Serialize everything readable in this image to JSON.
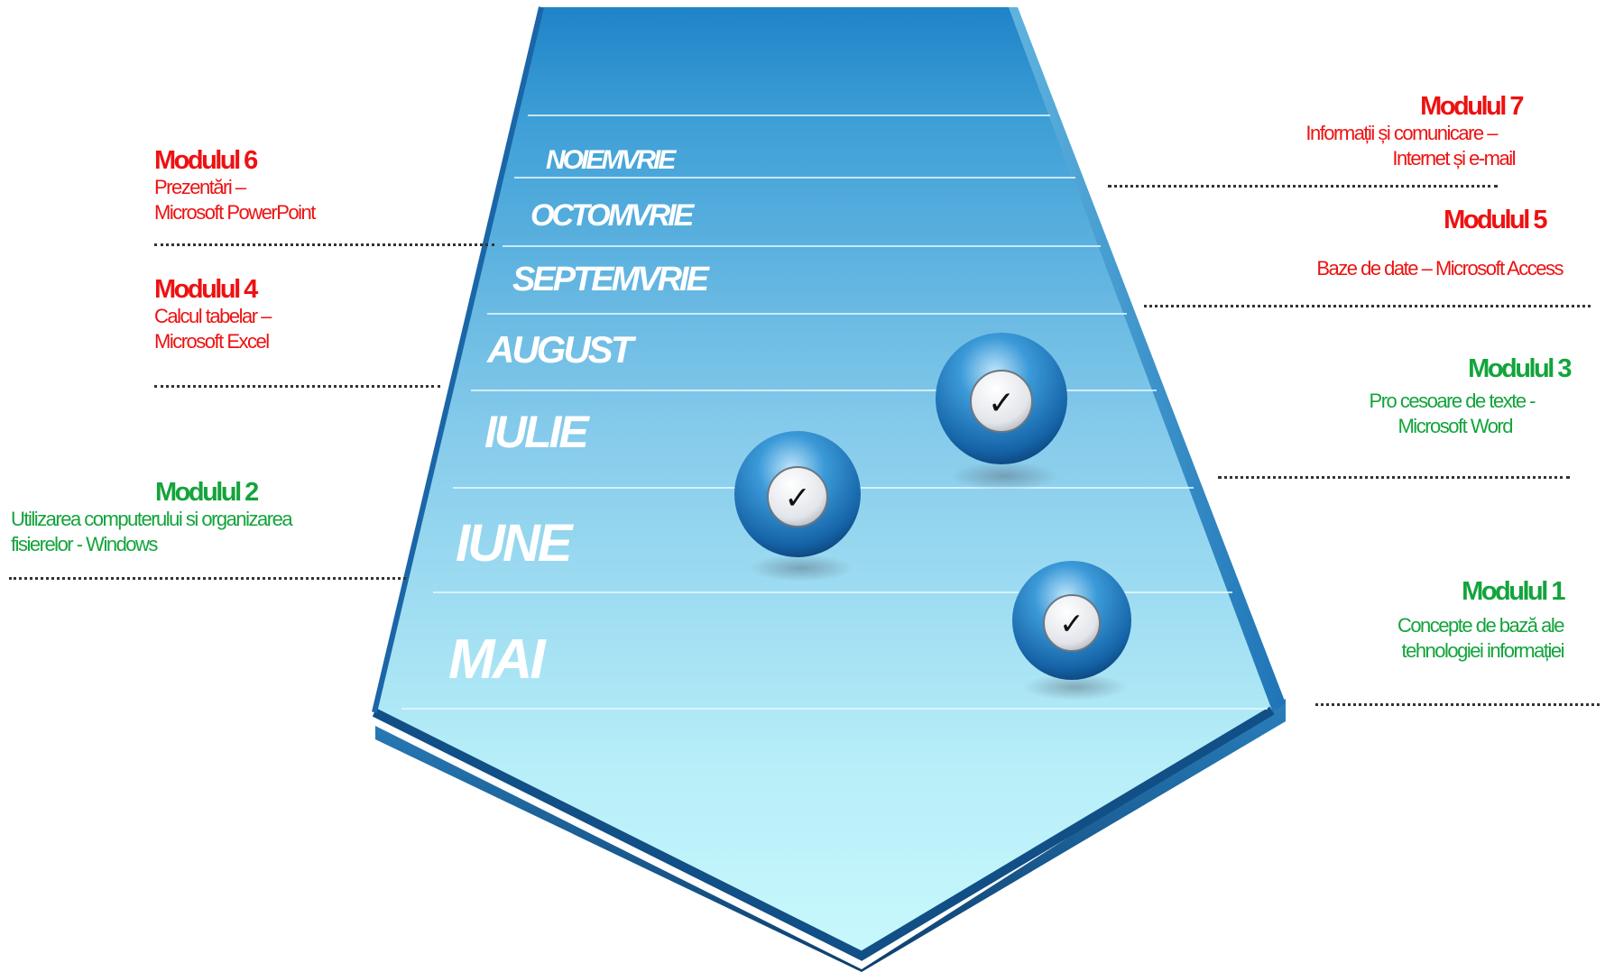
{
  "months": [
    "NOIEMVRIE",
    "OCTOMVRIE",
    "SEPTEMVRIE",
    "AUGUST",
    "IULIE",
    "IUNE",
    "MAI"
  ],
  "modules": {
    "m1": {
      "title": "Modulul 1",
      "lines": [
        "Concepte de bază ale",
        "tehnologiei informației"
      ],
      "status": "completed"
    },
    "m2": {
      "title": "Modulul 2",
      "lines": [
        "Utilizarea computerului si organizarea",
        "fisierelor - Windows"
      ],
      "status": "completed"
    },
    "m3": {
      "title": "Modulul 3",
      "lines": [
        "Pro cesoare de texte -",
        "Microsoft Word"
      ],
      "status": "completed"
    },
    "m4": {
      "title": "Modulul 4",
      "lines": [
        "Calcul tabelar –",
        "Microsoft Excel"
      ],
      "status": "pending"
    },
    "m5": {
      "title": "Modulul 5",
      "lines": [
        "Baze de date – Microsoft Access"
      ],
      "status": "pending"
    },
    "m6": {
      "title": "Modulul 6",
      "lines": [
        "Prezentări –",
        "Microsoft PowerPoint"
      ],
      "status": "pending"
    },
    "m7": {
      "title": "Modulul 7",
      "lines": [
        "Informații și comunicare –",
        "Internet și e-mail"
      ],
      "status": "pending"
    }
  },
  "checkmarks": [
    "✓",
    "✓",
    "✓"
  ],
  "colors": {
    "completed": "#13a43c",
    "pending": "#ee1111",
    "arrow_dark": "#1a5f96",
    "arrow_light": "#bff5fb"
  },
  "icons": [
    "check-badge-icon"
  ]
}
